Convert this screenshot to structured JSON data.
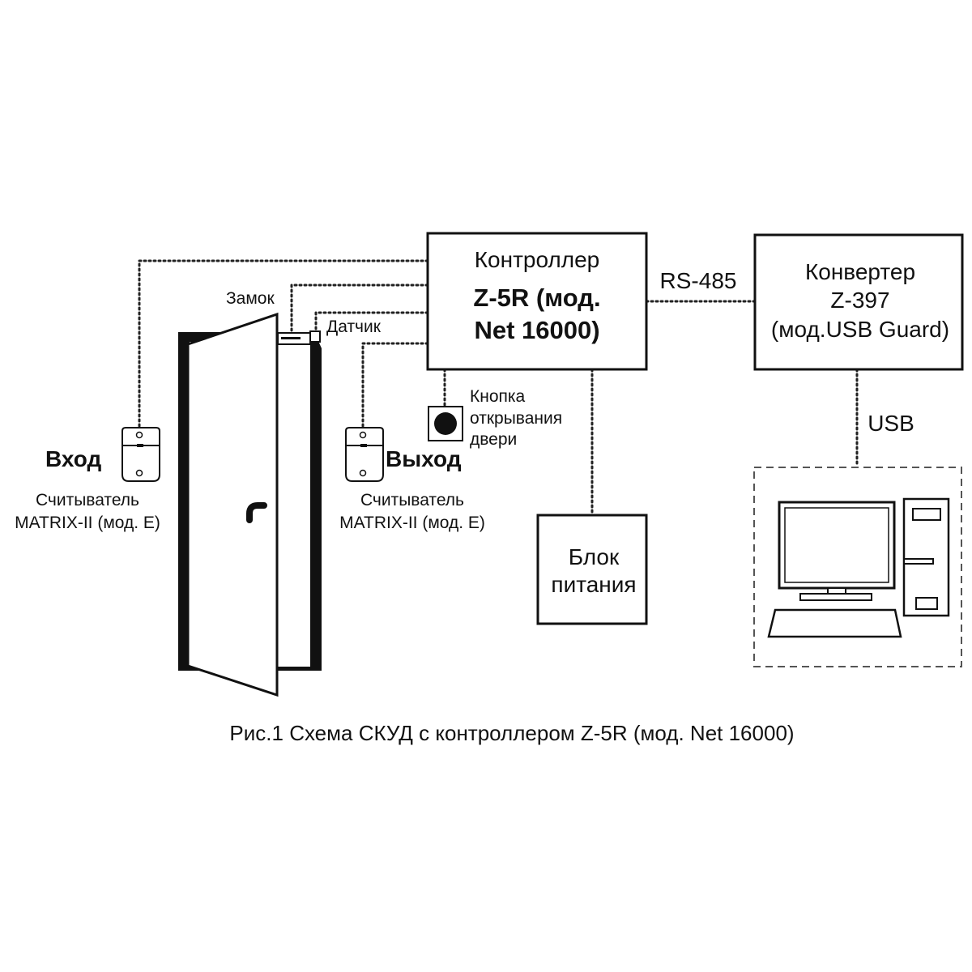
{
  "controller": {
    "line1": "Контроллер",
    "line2": "Z-5R (мод.",
    "line3": "Net 16000)"
  },
  "converter": {
    "line1": "Конвертер",
    "line2": "Z-397",
    "line3": "(мод.USB Guard)"
  },
  "rs485_label": "RS-485",
  "usb_label": "USB",
  "power": {
    "line1": "Блок",
    "line2": "питания"
  },
  "exit_button": {
    "line1": "Кнопка",
    "line2": "открывания",
    "line3": "двери"
  },
  "lock_label": "Замок",
  "sensor_label": "Датчик",
  "entry": {
    "title": "Вход",
    "line1": "Считыватель",
    "line2": "MATRIX-II (мод. E)"
  },
  "exit": {
    "title": "Выход",
    "line1": "Считыватель",
    "line2": "MATRIX-II (мод. E)"
  },
  "caption": "Рис.1 Схема СКУД с контроллером Z-5R (мод. Net 16000)"
}
